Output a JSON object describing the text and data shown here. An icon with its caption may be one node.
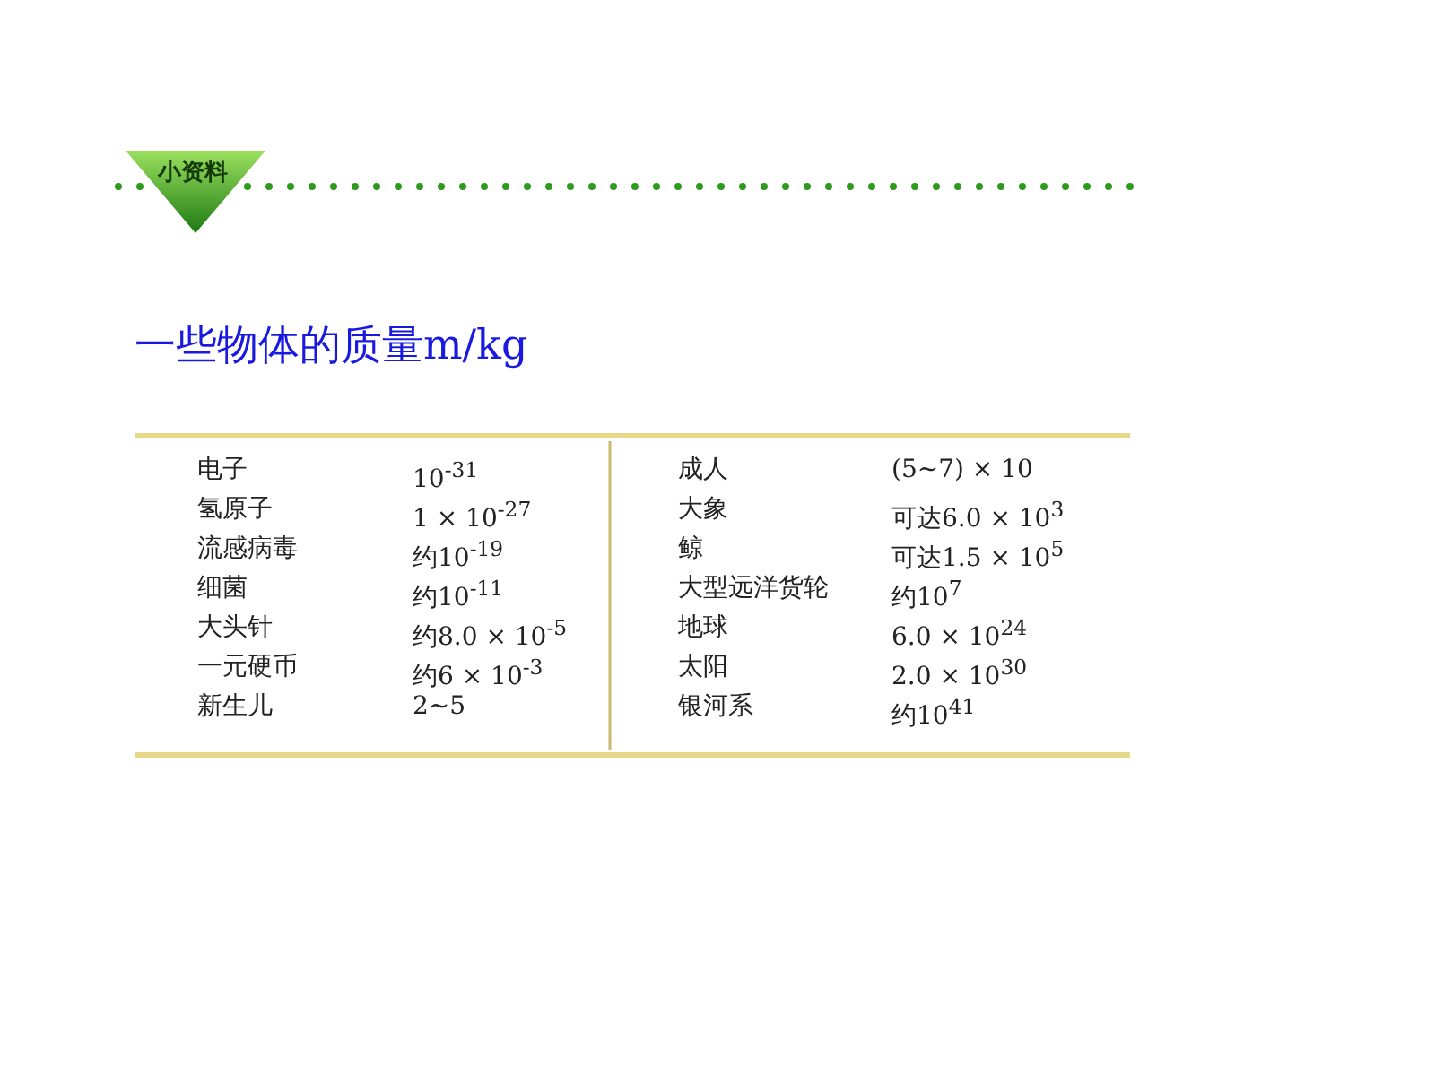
{
  "diagram": {
    "title": "一些物体的质量m/kg",
    "nodes": [
      {
        "text": [
          "小资料"
        ]
      }
    ],
    "labels": [
      "电子",
      "10$^{-31}$",
      "成人",
      "(5~7) × 10",
      "氢原子",
      "1 × 10$^{-27}$",
      "大象",
      "可达6.0 × 10$^{3}$",
      "流感病毒",
      "约10$^{-19}$",
      "鲸",
      "可达1.5 × 10$^{5}$",
      "细菌",
      "约10$^{-11}$",
      "大型远洋货轮",
      "约10$^{7}$",
      "大头针",
      "约8.0 × 10$^{-5}$",
      "地球",
      "6.0 × 10$^{24}$",
      "一元硬币",
      "约6 × 10$^{-3}$",
      "太阳",
      "2.0 × 10$^{30}$",
      "新生儿",
      "2~5",
      "银河系",
      "约10$^{41}$"
    ]
  }
}
